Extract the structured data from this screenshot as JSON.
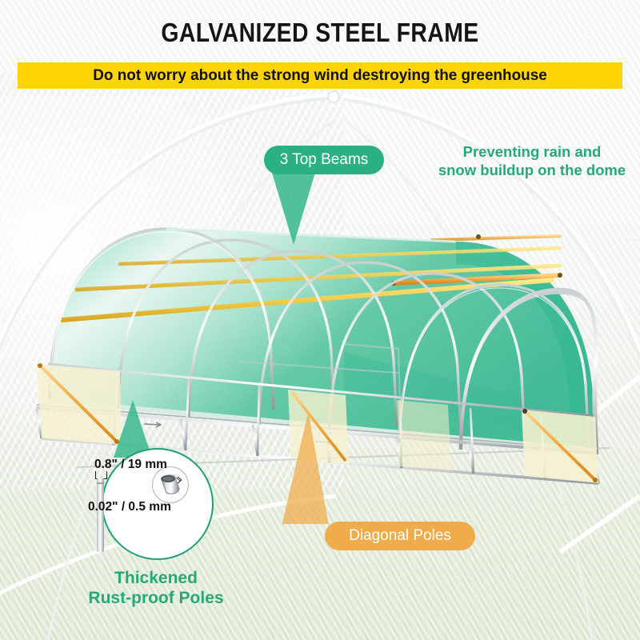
{
  "header": {
    "title": "GALVANIZED STEEL FRAME",
    "banner": "Do not worry about the strong wind destroying the greenhouse",
    "banner_color": "#ffd400",
    "title_color": "#151515"
  },
  "callouts": {
    "top_beams": {
      "label": "3 Top Beams",
      "color": "#2bb083",
      "text_color": "#ffffff"
    },
    "diagonal_poles": {
      "label": "Diagonal Poles",
      "color": "#f0ab4a",
      "text_color": "#ffffff"
    },
    "rain_note": {
      "line1": "Preventing rain and",
      "line2": "snow buildup on the dome",
      "color": "#27a878"
    }
  },
  "detail": {
    "diameter": "0.8\" / 19 mm",
    "thickness": "0.02\" / 0.5 mm",
    "caption_line1": "Thickened",
    "caption_line2": "Rust-proof Poles",
    "caption_color": "#27a878",
    "circle_border": "#21a078"
  },
  "product": {
    "cover_color": "#4ec3a0",
    "beam_color": "#f2c53d",
    "diagonal_color": "#eda24a",
    "frame_color": "#9aa3a8",
    "panel_color": "#f6f1cf"
  }
}
